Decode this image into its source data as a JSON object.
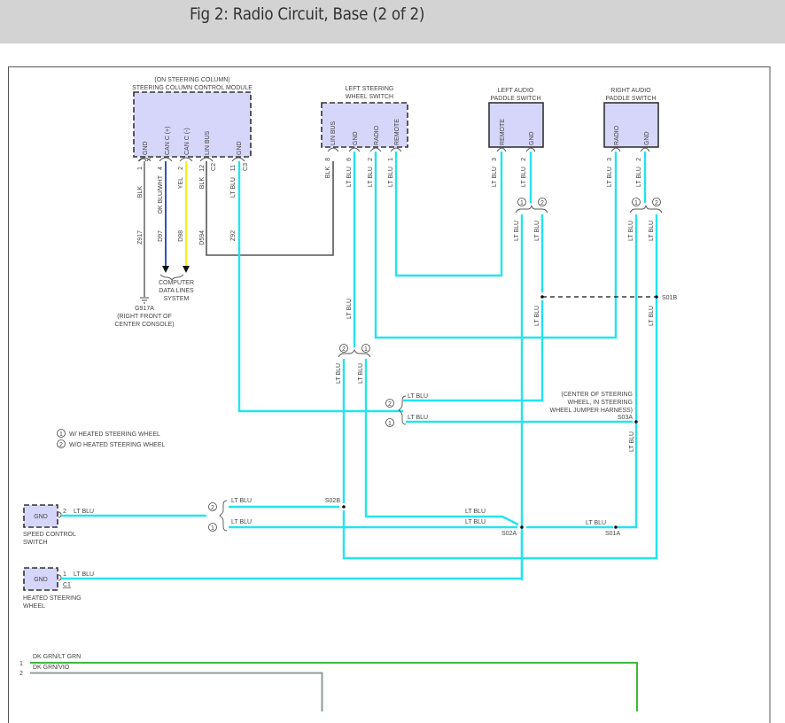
{
  "header": {
    "title": "Fig 2: Radio Circuit, Base (2 of 2)"
  },
  "components": {
    "sccm": {
      "location": "(ON STEERING COLUMN)",
      "name": "STEERING COLUMN CONTROL MODULE",
      "pins": [
        {
          "label": "GND",
          "pin": "1",
          "color": "BLK",
          "circuit": "Z917"
        },
        {
          "label": "CAN C (+)",
          "pin": "4",
          "color": "DK BLU/WHT",
          "circuit": "D97"
        },
        {
          "label": "CAN C (-)",
          "pin": "2",
          "color": "YEL",
          "circuit": "D98"
        },
        {
          "label": "LIN BUS",
          "pin": "12",
          "color": "BLK",
          "circuit": "D594",
          "connector": "C2"
        },
        {
          "label": "GND",
          "pin": "11",
          "color": "LT BLU",
          "circuit": "Z92",
          "connector": "C3"
        }
      ]
    },
    "left_steering_wheel_switch": {
      "name_line1": "LEFT STEERING",
      "name_line2": "WHEEL SWITCH",
      "pins": [
        {
          "label": "LIN BUS",
          "pin": "8",
          "color": "BLK"
        },
        {
          "label": "GND",
          "pin": "6",
          "color": "LT BLU"
        },
        {
          "label": "RADIO",
          "pin": "2",
          "color": "LT BLU"
        },
        {
          "label": "REMOTE",
          "pin": "1",
          "color": "LT BLU"
        }
      ]
    },
    "left_audio_paddle": {
      "name_line1": "LEFT AUDIO",
      "name_line2": "PADDLE SWITCH",
      "pins": [
        {
          "label": "REMOTE",
          "pin": "3",
          "color": "LT BLU"
        },
        {
          "label": "GND",
          "pin": "2",
          "color": "LT BLU"
        }
      ]
    },
    "right_audio_paddle": {
      "name_line1": "RIGHT AUDIO",
      "name_line2": "PADDLE SWITCH",
      "pins": [
        {
          "label": "RADIO",
          "pin": "3",
          "color": "LT BLU"
        },
        {
          "label": "GND",
          "pin": "2",
          "color": "LT BLU"
        }
      ]
    },
    "ground": {
      "id": "G917A",
      "location_line1": "(RIGHT FRONT OF",
      "location_line2": "CENTER CONSOLE)"
    },
    "data_lines": {
      "line1": "COMPUTER",
      "line2": "DATA LINES",
      "line3": "SYSTEM"
    },
    "speed_control_switch": {
      "pin_label": "GND",
      "pin": "2",
      "color": "LT BLU",
      "name_line1": "SPEED CONTROL",
      "name_line2": "SWITCH"
    },
    "heated_steering_wheel": {
      "pin_label": "GND",
      "pin": "1",
      "color": "LT BLU",
      "connector": "C1",
      "name_line1": "HEATED STEERING",
      "name_line2": "WHEEL"
    }
  },
  "splices": {
    "s01a": "S01A",
    "s01b": "S01B",
    "s02a": "S02A",
    "s02b": "S02B",
    "s03a": "S03A",
    "s03a_note_line1": "(CENTER OF STEERING",
    "s03a_note_line2": "WHEEL, IN STEERING",
    "s03a_note_line3": "WHEEL JUMPER HARNESS)"
  },
  "wire_color": "LT BLU",
  "option_markers": {
    "one": "1",
    "two": "2"
  },
  "legend": {
    "items": [
      {
        "marker": "1",
        "text": "W/ HEATED STEERING WHEEL"
      },
      {
        "marker": "2",
        "text": "W/O HEATED STEERING WHEEL"
      }
    ]
  },
  "bottom_wires": [
    {
      "pin": "1",
      "color": "DK GRN/LT GRN"
    },
    {
      "pin": "2",
      "color": "DK GRN/VIO"
    }
  ],
  "colors": {
    "lt_blu": "#22e4f0",
    "blk": "#6e6e6e",
    "dk_blu_wht": "#1c3fb3",
    "yel": "#f6f21a",
    "dk_grn": "#3cba3c",
    "vio": "#c68ad4",
    "component_fill": "#d6d6fb"
  }
}
